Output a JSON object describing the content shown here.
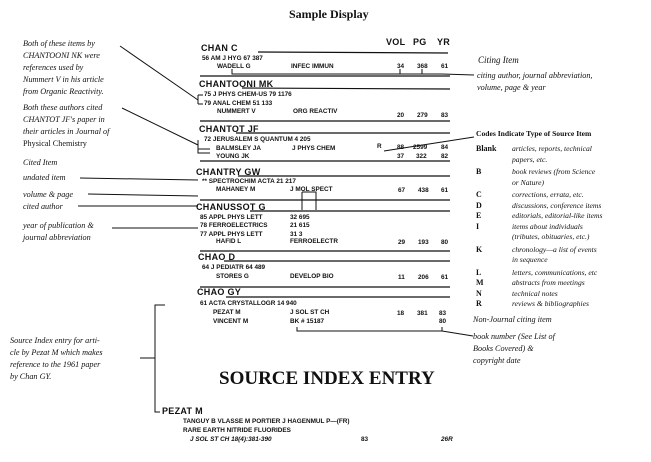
{
  "title": "Sample Display",
  "headers": {
    "vol": "VOL",
    "pg": "PG",
    "yr": "YR"
  },
  "left_notes": {
    "chantooni": [
      "Both of these items by",
      "CHANTOONI NK were",
      "references used by",
      "Nummert V in his article",
      "from Organic Reactivity."
    ],
    "chantot": [
      "Both these authors cited",
      "CHANTOT JF's paper in",
      "their articles in Journal of",
      "Physical Chemistry"
    ],
    "cited_item": "Cited Item",
    "undated": "undated item",
    "volume_page": "volume & page",
    "cited_author": "cited author",
    "year_journal": [
      "year of publication &",
      "journal abbreviation"
    ],
    "source_note": [
      "Source Index entry for arti-",
      "cle by Pezat M which makes",
      "reference to the 1961 paper",
      "by Chan GY."
    ]
  },
  "entries": {
    "chan": {
      "name": "CHAN  C",
      "cited": "56 AM J HYG    67    387",
      "author": "WADELL G",
      "journal": "INFEC IMMUN",
      "vol": "34",
      "pg": "368",
      "yr": "61"
    },
    "chantooni": {
      "name": "CHANTOONI  MK",
      "cited": [
        "75 J PHYS CHEM-US     79     1176",
        "79 ANAL CHEM     51    133"
      ],
      "author": "NUMMERT V",
      "journal": "ORG REACTIV",
      "vol": "20",
      "pg": "279",
      "yr": "83"
    },
    "chantot": {
      "name": "CHANTOT  JF",
      "cited": "72 JERUSALEM S QUANTUM     4     205",
      "code": "R",
      "citing": [
        {
          "author": "BALMSLEY JA",
          "journal": "J PHYS CHEM",
          "vol": "88",
          "pg": "2599",
          "yr": "84"
        },
        {
          "author": "YOUNG JK",
          "vol": "37",
          "pg": "322",
          "yr": "82"
        }
      ]
    },
    "chantry": {
      "name": "CHANTRY   GW",
      "cited": "** SPECTROCHIM ACTA     21     217",
      "author": "MAHANEY M",
      "journal": "J MOL SPECT",
      "vol": "67",
      "pg": "438",
      "yr": "61"
    },
    "chanussot": {
      "name": "CHANUSSOT  G",
      "cited": [
        "85 APPL PHYS LETT",
        "78 FERROELECTRICS",
        "77 APPL PHYS LETT"
      ],
      "cited_vp": [
        "32   695",
        "21   615",
        "31      3"
      ],
      "author": "HAFID L",
      "journal": "FERROELECTR",
      "vol": "29",
      "pg": "193",
      "yr": "80"
    },
    "chao_d": {
      "name": "CHAO   D",
      "cited": "64 J PEDIATR     64     489",
      "author": "STORES G",
      "journal": "DEVELOP BIO",
      "vol": "11",
      "pg": "206",
      "yr": "61"
    },
    "chao_gy": {
      "name": "CHAO  GY",
      "cited": "61 ACTA CRYSTALLOGR     14     940",
      "citing": [
        {
          "author": "PEZAT M",
          "journal": "J SOL ST CH",
          "vol": "18",
          "pg": "381",
          "yr": "83"
        },
        {
          "author": "VINCENT M",
          "journal": "BK # 15187",
          "yr": "80"
        }
      ]
    }
  },
  "source_heading": "SOURCE INDEX ENTRY",
  "source_entry": {
    "author": "PEZAT M",
    "coauthors": "TANGUY B    VLASSE M    PORTIER J    HAGENMUL P—(FR)",
    "title": "RARE EARTH NITRIDE FLUORIDES",
    "citation": "J SOL ST CH      18(4):381-390",
    "refs": "83",
    "type": "26R"
  },
  "right_notes": {
    "citing_item": "Citing Item",
    "citing_desc": [
      "citing author, journal abbreviation,",
      "volume, page & year"
    ],
    "codes_title": "Codes Indicate Type of Source Item",
    "codes": [
      {
        "code": "Blank",
        "desc": [
          "articles, reports, technical",
          "papers, etc."
        ]
      },
      {
        "code": "B",
        "desc": [
          "book reviews (from Science",
          "or Nature)"
        ]
      },
      {
        "code": "C",
        "desc": [
          "corrections, errata, etc."
        ]
      },
      {
        "code": "D",
        "desc": [
          "discussions, conference items"
        ]
      },
      {
        "code": "E",
        "desc": [
          "editorials, editorial-like items"
        ]
      },
      {
        "code": "I",
        "desc": [
          "items about individuals",
          "(tributes, obituaries, etc.)"
        ]
      },
      {
        "code": "K",
        "desc": [
          "chronology—a list of events",
          "in sequence"
        ]
      },
      {
        "code": "L",
        "desc": [
          "letters, communications, etc"
        ]
      },
      {
        "code": "M",
        "desc": [
          "abstracts from meetings"
        ]
      },
      {
        "code": "N",
        "desc": [
          "technical notes"
        ]
      },
      {
        "code": "R",
        "desc": [
          "reviews & bibliographies"
        ]
      }
    ],
    "non_journal": "Non-Journal citing item",
    "book_number": [
      "book number (See List of",
      "Books Covered) &",
      "copyright date"
    ]
  }
}
